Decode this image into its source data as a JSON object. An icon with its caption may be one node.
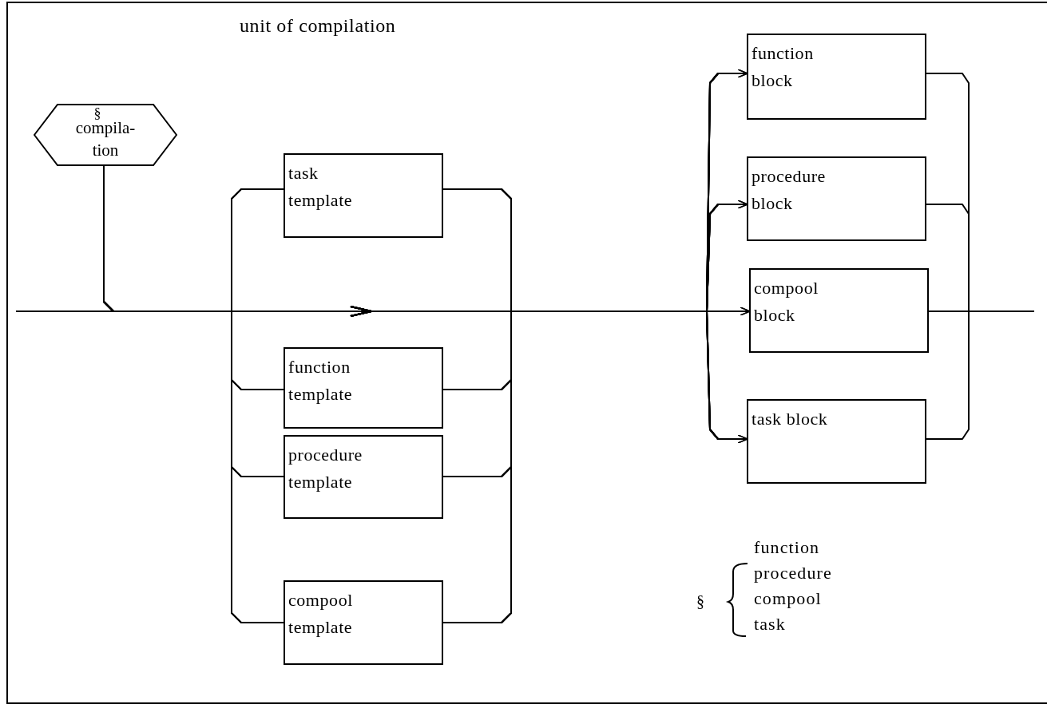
{
  "diagram": {
    "title": "unit of compilation",
    "nodes": [
      {
        "text": [
          "§",
          "compila- tion"
        ]
      },
      {
        "text": [
          "task template"
        ]
      },
      {
        "text": [
          "function template"
        ]
      },
      {
        "text": [
          "procedure template"
        ]
      },
      {
        "text": [
          "compool template"
        ]
      },
      {
        "text": [
          "function block"
        ]
      },
      {
        "text": [
          "procedure block"
        ]
      },
      {
        "text": [
          "compool block"
        ]
      },
      {
        "text": [
          "task block"
        ]
      }
    ],
    "edges": [
      {
        "from": null,
        "to": 1,
        "arrow": "none"
      },
      {
        "from": null,
        "to": 2,
        "arrow": "none"
      },
      {
        "from": null,
        "to": 3,
        "arrow": "none"
      },
      {
        "from": null,
        "to": 4,
        "arrow": "none"
      },
      {
        "from": null,
        "to": 5,
        "arrow": "to"
      },
      {
        "from": null,
        "to": 6,
        "arrow": "to"
      },
      {
        "from": null,
        "to": 7,
        "arrow": "to"
      },
      {
        "from": null,
        "to": 8,
        "arrow": "to"
      },
      {
        "from": 0,
        "to": 1,
        "arrow": "none"
      },
      {
        "from": 0,
        "to": 2,
        "arrow": "none"
      },
      {
        "from": 0,
        "to": 3,
        "arrow": "none"
      },
      {
        "from": 0,
        "to": 4,
        "arrow": "none"
      },
      {
        "from": 0,
        "to": 5,
        "arrow": "to"
      },
      {
        "from": 0,
        "to": 6,
        "arrow": "to"
      },
      {
        "from": 0,
        "to": 7,
        "arrow": "to"
      },
      {
        "from": 0,
        "to": 8,
        "arrow": "to"
      },
      {
        "from": 1,
        "to": 5,
        "arrow": "none"
      },
      {
        "from": 1,
        "to": 6,
        "arrow": "none"
      },
      {
        "from": 1,
        "to": 7,
        "arrow": "none"
      },
      {
        "from": 1,
        "to": 8,
        "arrow": "none"
      },
      {
        "from": 2,
        "to": 5,
        "arrow": "none"
      },
      {
        "from": 2,
        "to": 6,
        "arrow": "none"
      },
      {
        "from": 2,
        "to": 7,
        "arrow": "none"
      },
      {
        "from": 2,
        "to": 8,
        "arrow": "none"
      },
      {
        "from": 3,
        "to": 5,
        "arrow": "none"
      },
      {
        "from": 3,
        "to": 6,
        "arrow": "none"
      },
      {
        "from": 3,
        "to": 7,
        "arrow": "none"
      },
      {
        "from": 3,
        "to": 8,
        "arrow": "none"
      },
      {
        "from": 4,
        "to": 5,
        "arrow": "none"
      },
      {
        "from": 4,
        "to": 6,
        "arrow": "none"
      },
      {
        "from": 4,
        "to": 7,
        "arrow": "none"
      },
      {
        "from": 4,
        "to": 8,
        "arrow": "none"
      },
      {
        "from": 5,
        "to": null,
        "arrow": "none"
      },
      {
        "from": 6,
        "to": null,
        "arrow": "none"
      },
      {
        "from": 7,
        "to": null,
        "arrow": "none"
      },
      {
        "from": 8,
        "to": null,
        "arrow": "none"
      }
    ],
    "labels": [
      "§",
      "function",
      "procedure",
      "compool",
      "task"
    ]
  }
}
